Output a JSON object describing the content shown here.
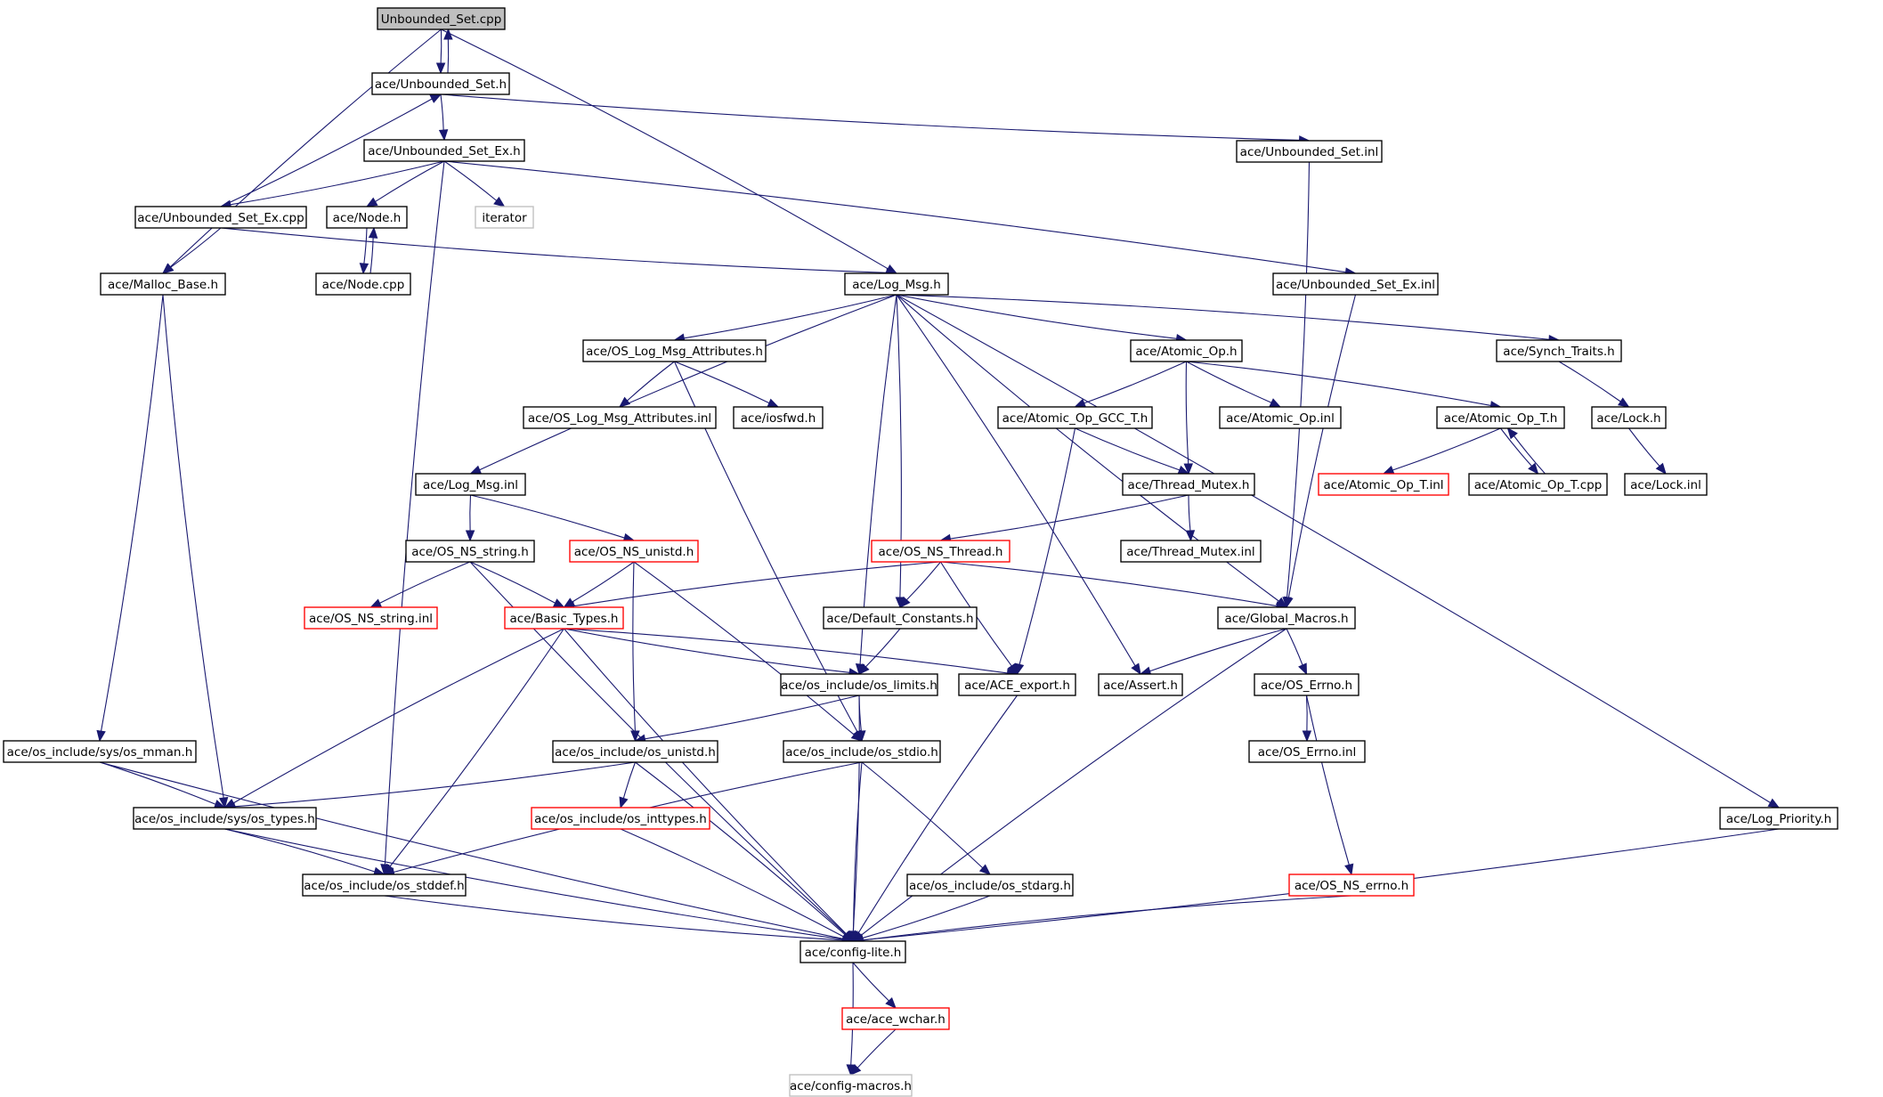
{
  "colors": {
    "edge": "#191970",
    "box": "#000000",
    "truncated": "#ff0000",
    "external": "#bfbfbf",
    "root_fill": "#bfbfbf"
  },
  "graph": {
    "nodes": [
      {
        "id": "unbounded_set_cpp",
        "label": "Unbounded_Set.cpp",
        "style": "root"
      },
      {
        "id": "unbounded_set_h",
        "label": "ace/Unbounded_Set.h",
        "style": "normal"
      },
      {
        "id": "unbounded_set_ex_h",
        "label": "ace/Unbounded_Set_Ex.h",
        "style": "normal"
      },
      {
        "id": "unbounded_set_inl",
        "label": "ace/Unbounded_Set.inl",
        "style": "normal"
      },
      {
        "id": "unbounded_set_ex_cpp",
        "label": "ace/Unbounded_Set_Ex.cpp",
        "style": "normal"
      },
      {
        "id": "node_h",
        "label": "ace/Node.h",
        "style": "normal"
      },
      {
        "id": "iterator",
        "label": "iterator",
        "style": "external"
      },
      {
        "id": "malloc_base_h",
        "label": "ace/Malloc_Base.h",
        "style": "normal"
      },
      {
        "id": "node_cpp",
        "label": "ace/Node.cpp",
        "style": "normal"
      },
      {
        "id": "log_msg_h",
        "label": "ace/Log_Msg.h",
        "style": "normal"
      },
      {
        "id": "unbounded_set_ex_inl",
        "label": "ace/Unbounded_Set_Ex.inl",
        "style": "normal"
      },
      {
        "id": "os_log_msg_attributes_h",
        "label": "ace/OS_Log_Msg_Attributes.h",
        "style": "normal"
      },
      {
        "id": "atomic_op_h",
        "label": "ace/Atomic_Op.h",
        "style": "normal"
      },
      {
        "id": "synch_traits_h",
        "label": "ace/Synch_Traits.h",
        "style": "normal"
      },
      {
        "id": "os_log_msg_attributes_inl",
        "label": "ace/OS_Log_Msg_Attributes.inl",
        "style": "normal"
      },
      {
        "id": "iosfwd_h",
        "label": "ace/iosfwd.h",
        "style": "normal"
      },
      {
        "id": "atomic_op_gcc_t_h",
        "label": "ace/Atomic_Op_GCC_T.h",
        "style": "normal"
      },
      {
        "id": "atomic_op_inl",
        "label": "ace/Atomic_Op.inl",
        "style": "normal"
      },
      {
        "id": "atomic_op_t_h",
        "label": "ace/Atomic_Op_T.h",
        "style": "normal"
      },
      {
        "id": "lock_h",
        "label": "ace/Lock.h",
        "style": "normal"
      },
      {
        "id": "log_msg_inl",
        "label": "ace/Log_Msg.inl",
        "style": "normal"
      },
      {
        "id": "thread_mutex_h",
        "label": "ace/Thread_Mutex.h",
        "style": "normal"
      },
      {
        "id": "atomic_op_t_inl",
        "label": "ace/Atomic_Op_T.inl",
        "style": "truncated"
      },
      {
        "id": "atomic_op_t_cpp",
        "label": "ace/Atomic_Op_T.cpp",
        "style": "normal"
      },
      {
        "id": "lock_inl",
        "label": "ace/Lock.inl",
        "style": "normal"
      },
      {
        "id": "os_ns_string_h",
        "label": "ace/OS_NS_string.h",
        "style": "normal"
      },
      {
        "id": "os_ns_unistd_h",
        "label": "ace/OS_NS_unistd.h",
        "style": "truncated"
      },
      {
        "id": "os_ns_thread_h",
        "label": "ace/OS_NS_Thread.h",
        "style": "truncated"
      },
      {
        "id": "thread_mutex_inl",
        "label": "ace/Thread_Mutex.inl",
        "style": "normal"
      },
      {
        "id": "os_ns_string_inl",
        "label": "ace/OS_NS_string.inl",
        "style": "truncated"
      },
      {
        "id": "basic_types_h",
        "label": "ace/Basic_Types.h",
        "style": "truncated"
      },
      {
        "id": "default_constants_h",
        "label": "ace/Default_Constants.h",
        "style": "normal"
      },
      {
        "id": "global_macros_h",
        "label": "ace/Global_Macros.h",
        "style": "normal"
      },
      {
        "id": "os_limits_h",
        "label": "ace/os_include/os_limits.h",
        "style": "normal"
      },
      {
        "id": "ace_export_h",
        "label": "ace/ACE_export.h",
        "style": "normal"
      },
      {
        "id": "assert_h",
        "label": "ace/Assert.h",
        "style": "normal"
      },
      {
        "id": "os_errno_h",
        "label": "ace/OS_Errno.h",
        "style": "normal"
      },
      {
        "id": "os_mman_h",
        "label": "ace/os_include/sys/os_mman.h",
        "style": "normal"
      },
      {
        "id": "os_unistd_h",
        "label": "ace/os_include/os_unistd.h",
        "style": "normal"
      },
      {
        "id": "os_stdio_h",
        "label": "ace/os_include/os_stdio.h",
        "style": "normal"
      },
      {
        "id": "os_errno_inl",
        "label": "ace/OS_Errno.inl",
        "style": "normal"
      },
      {
        "id": "os_types_h",
        "label": "ace/os_include/sys/os_types.h",
        "style": "normal"
      },
      {
        "id": "os_inttypes_h",
        "label": "ace/os_include/os_inttypes.h",
        "style": "truncated"
      },
      {
        "id": "log_priority_h",
        "label": "ace/Log_Priority.h",
        "style": "normal"
      },
      {
        "id": "os_stddef_h",
        "label": "ace/os_include/os_stddef.h",
        "style": "normal"
      },
      {
        "id": "os_stdarg_h",
        "label": "ace/os_include/os_stdarg.h",
        "style": "normal"
      },
      {
        "id": "os_ns_errno_h",
        "label": "ace/OS_NS_errno.h",
        "style": "truncated"
      },
      {
        "id": "config_lite_h",
        "label": "ace/config-lite.h",
        "style": "normal"
      },
      {
        "id": "ace_wchar_h",
        "label": "ace/ace_wchar.h",
        "style": "truncated"
      },
      {
        "id": "config_macros_h",
        "label": "ace/config-macros.h",
        "style": "external"
      }
    ],
    "edges": [
      [
        "unbounded_set_cpp",
        "unbounded_set_h"
      ],
      [
        "unbounded_set_cpp",
        "malloc_base_h"
      ],
      [
        "unbounded_set_cpp",
        "log_msg_h"
      ],
      [
        "unbounded_set_h",
        "unbounded_set_cpp"
      ],
      [
        "unbounded_set_h",
        "unbounded_set_ex_h"
      ],
      [
        "unbounded_set_h",
        "unbounded_set_inl"
      ],
      [
        "unbounded_set_ex_h",
        "unbounded_set_ex_cpp"
      ],
      [
        "unbounded_set_ex_h",
        "node_h"
      ],
      [
        "unbounded_set_ex_h",
        "iterator"
      ],
      [
        "unbounded_set_ex_h",
        "os_stddef_h"
      ],
      [
        "unbounded_set_ex_h",
        "unbounded_set_ex_inl"
      ],
      [
        "unbounded_set_ex_cpp",
        "unbounded_set_h"
      ],
      [
        "unbounded_set_ex_cpp",
        "malloc_base_h"
      ],
      [
        "unbounded_set_ex_cpp",
        "log_msg_h"
      ],
      [
        "node_h",
        "node_cpp"
      ],
      [
        "node_cpp",
        "node_h"
      ],
      [
        "malloc_base_h",
        "os_mman_h"
      ],
      [
        "malloc_base_h",
        "os_types_h"
      ],
      [
        "unbounded_set_inl",
        "global_macros_h"
      ],
      [
        "unbounded_set_ex_inl",
        "global_macros_h"
      ],
      [
        "log_msg_h",
        "os_log_msg_attributes_h"
      ],
      [
        "log_msg_h",
        "atomic_op_h"
      ],
      [
        "log_msg_h",
        "synch_traits_h"
      ],
      [
        "log_msg_h",
        "log_msg_inl"
      ],
      [
        "log_msg_h",
        "default_constants_h"
      ],
      [
        "log_msg_h",
        "os_limits_h"
      ],
      [
        "log_msg_h",
        "assert_h"
      ],
      [
        "log_msg_h",
        "global_macros_h"
      ],
      [
        "log_msg_h",
        "log_priority_h"
      ],
      [
        "os_log_msg_attributes_h",
        "os_log_msg_attributes_inl"
      ],
      [
        "os_log_msg_attributes_h",
        "iosfwd_h"
      ],
      [
        "os_log_msg_attributes_h",
        "os_stdio_h"
      ],
      [
        "atomic_op_h",
        "atomic_op_gcc_t_h"
      ],
      [
        "atomic_op_h",
        "atomic_op_inl"
      ],
      [
        "atomic_op_h",
        "atomic_op_t_h"
      ],
      [
        "atomic_op_h",
        "thread_mutex_h"
      ],
      [
        "synch_traits_h",
        "lock_h"
      ],
      [
        "lock_h",
        "lock_inl"
      ],
      [
        "atomic_op_t_h",
        "atomic_op_t_inl"
      ],
      [
        "atomic_op_t_h",
        "atomic_op_t_cpp"
      ],
      [
        "atomic_op_t_cpp",
        "atomic_op_t_h"
      ],
      [
        "atomic_op_gcc_t_h",
        "thread_mutex_h"
      ],
      [
        "atomic_op_gcc_t_h",
        "ace_export_h"
      ],
      [
        "thread_mutex_h",
        "thread_mutex_inl"
      ],
      [
        "thread_mutex_h",
        "os_ns_thread_h"
      ],
      [
        "log_msg_inl",
        "os_ns_string_h"
      ],
      [
        "log_msg_inl",
        "os_ns_unistd_h"
      ],
      [
        "os_ns_string_h",
        "os_ns_string_inl"
      ],
      [
        "os_ns_string_h",
        "basic_types_h"
      ],
      [
        "os_ns_string_h",
        "config_lite_h"
      ],
      [
        "os_ns_unistd_h",
        "basic_types_h"
      ],
      [
        "os_ns_unistd_h",
        "os_unistd_h"
      ],
      [
        "os_ns_unistd_h",
        "os_stdio_h"
      ],
      [
        "os_ns_thread_h",
        "basic_types_h"
      ],
      [
        "os_ns_thread_h",
        "default_constants_h"
      ],
      [
        "os_ns_thread_h",
        "ace_export_h"
      ],
      [
        "os_ns_thread_h",
        "global_macros_h"
      ],
      [
        "basic_types_h",
        "os_limits_h"
      ],
      [
        "basic_types_h",
        "ace_export_h"
      ],
      [
        "basic_types_h",
        "os_types_h"
      ],
      [
        "basic_types_h",
        "os_stddef_h"
      ],
      [
        "basic_types_h",
        "config_lite_h"
      ],
      [
        "default_constants_h",
        "os_limits_h"
      ],
      [
        "global_macros_h",
        "assert_h"
      ],
      [
        "global_macros_h",
        "os_errno_h"
      ],
      [
        "global_macros_h",
        "config_lite_h"
      ],
      [
        "os_limits_h",
        "os_unistd_h"
      ],
      [
        "os_limits_h",
        "os_stdio_h"
      ],
      [
        "os_limits_h",
        "config_lite_h"
      ],
      [
        "ace_export_h",
        "config_lite_h"
      ],
      [
        "os_errno_h",
        "os_errno_inl"
      ],
      [
        "os_errno_h",
        "os_ns_errno_h"
      ],
      [
        "os_mman_h",
        "os_types_h"
      ],
      [
        "os_mman_h",
        "config_lite_h"
      ],
      [
        "os_unistd_h",
        "os_types_h"
      ],
      [
        "os_unistd_h",
        "os_inttypes_h"
      ],
      [
        "os_unistd_h",
        "config_lite_h"
      ],
      [
        "os_stdio_h",
        "os_stddef_h"
      ],
      [
        "os_stdio_h",
        "os_stdarg_h"
      ],
      [
        "os_stdio_h",
        "config_lite_h"
      ],
      [
        "os_types_h",
        "os_stddef_h"
      ],
      [
        "os_types_h",
        "config_lite_h"
      ],
      [
        "os_inttypes_h",
        "config_lite_h"
      ],
      [
        "os_stddef_h",
        "config_lite_h"
      ],
      [
        "os_stdarg_h",
        "config_lite_h"
      ],
      [
        "os_ns_errno_h",
        "config_lite_h"
      ],
      [
        "log_priority_h",
        "config_lite_h"
      ],
      [
        "config_lite_h",
        "ace_wchar_h"
      ],
      [
        "config_lite_h",
        "config_macros_h"
      ],
      [
        "ace_wchar_h",
        "config_macros_h"
      ]
    ]
  }
}
